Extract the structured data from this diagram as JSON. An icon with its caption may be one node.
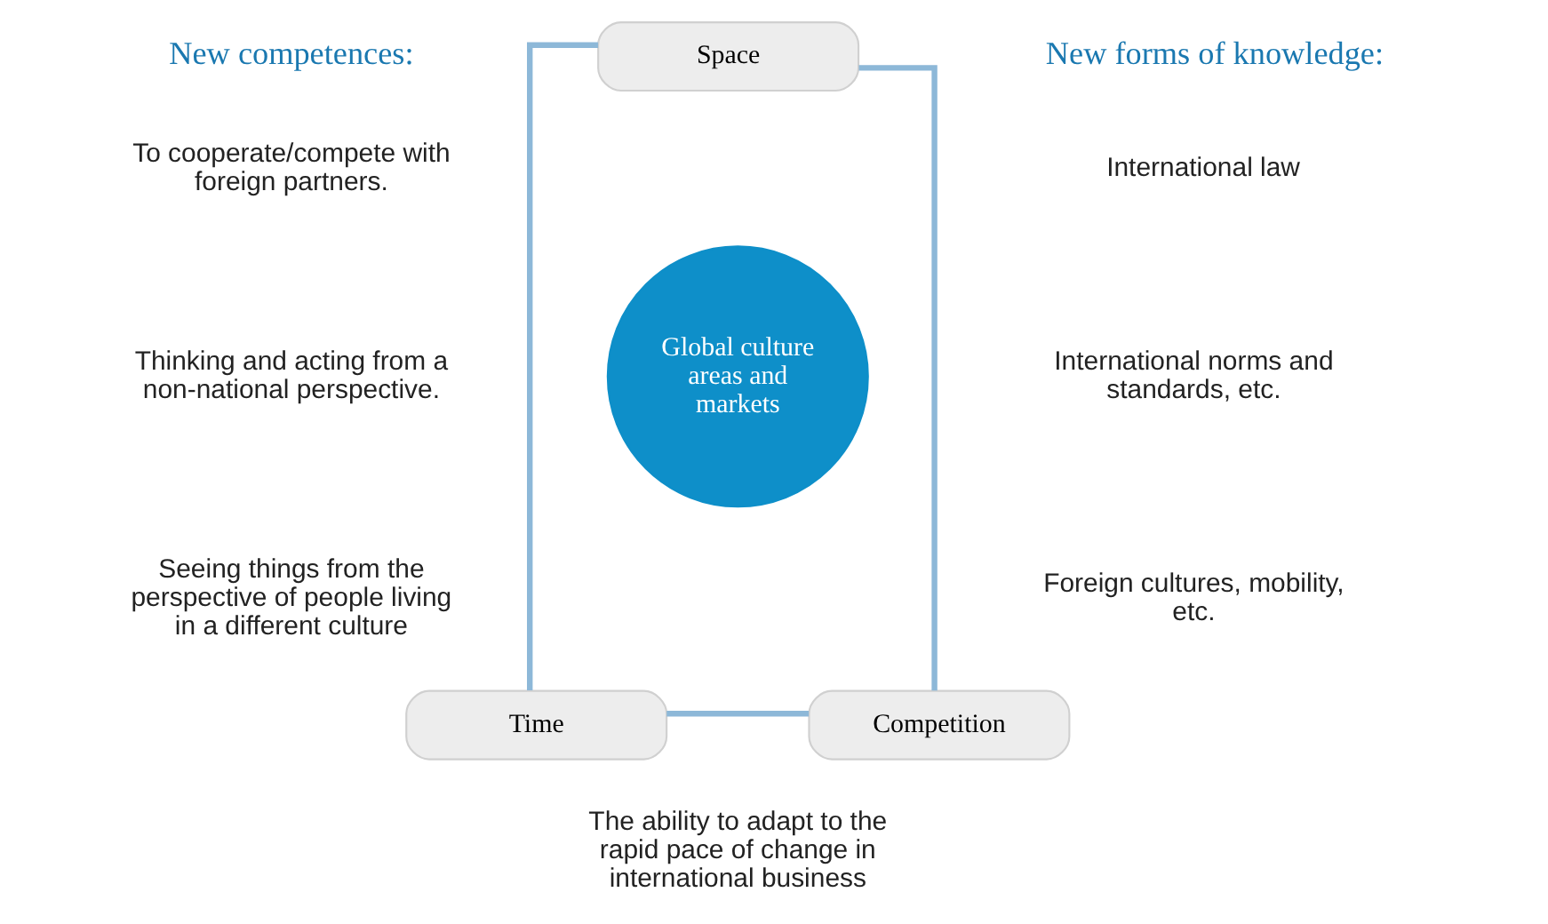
{
  "diagram": {
    "nodes": [
      {
        "text": [
          "Space"
        ]
      },
      {
        "text": [
          "Global culture areas and markets"
        ]
      },
      {
        "text": [
          "Time"
        ]
      },
      {
        "text": [
          "Competition"
        ]
      }
    ],
    "edges": [
      {
        "from": 0,
        "to": 2,
        "arrow": "none"
      },
      {
        "from": 0,
        "to": 3,
        "arrow": "none"
      },
      {
        "from": 2,
        "to": 3,
        "arrow": "none"
      }
    ],
    "labels": [
      "New competences:",
      "To cooperate/compete with foreign partners.",
      "Thinking and acting from a non-national perspective.",
      "Seeing things from the perspective of people living in a different culture",
      "New forms of knowledge:",
      "International law",
      "International norms and standards, etc.",
      "Foreign cultures, mobility, etc.",
      "The ability to adapt to the rapid pace of change in international business"
    ]
  }
}
